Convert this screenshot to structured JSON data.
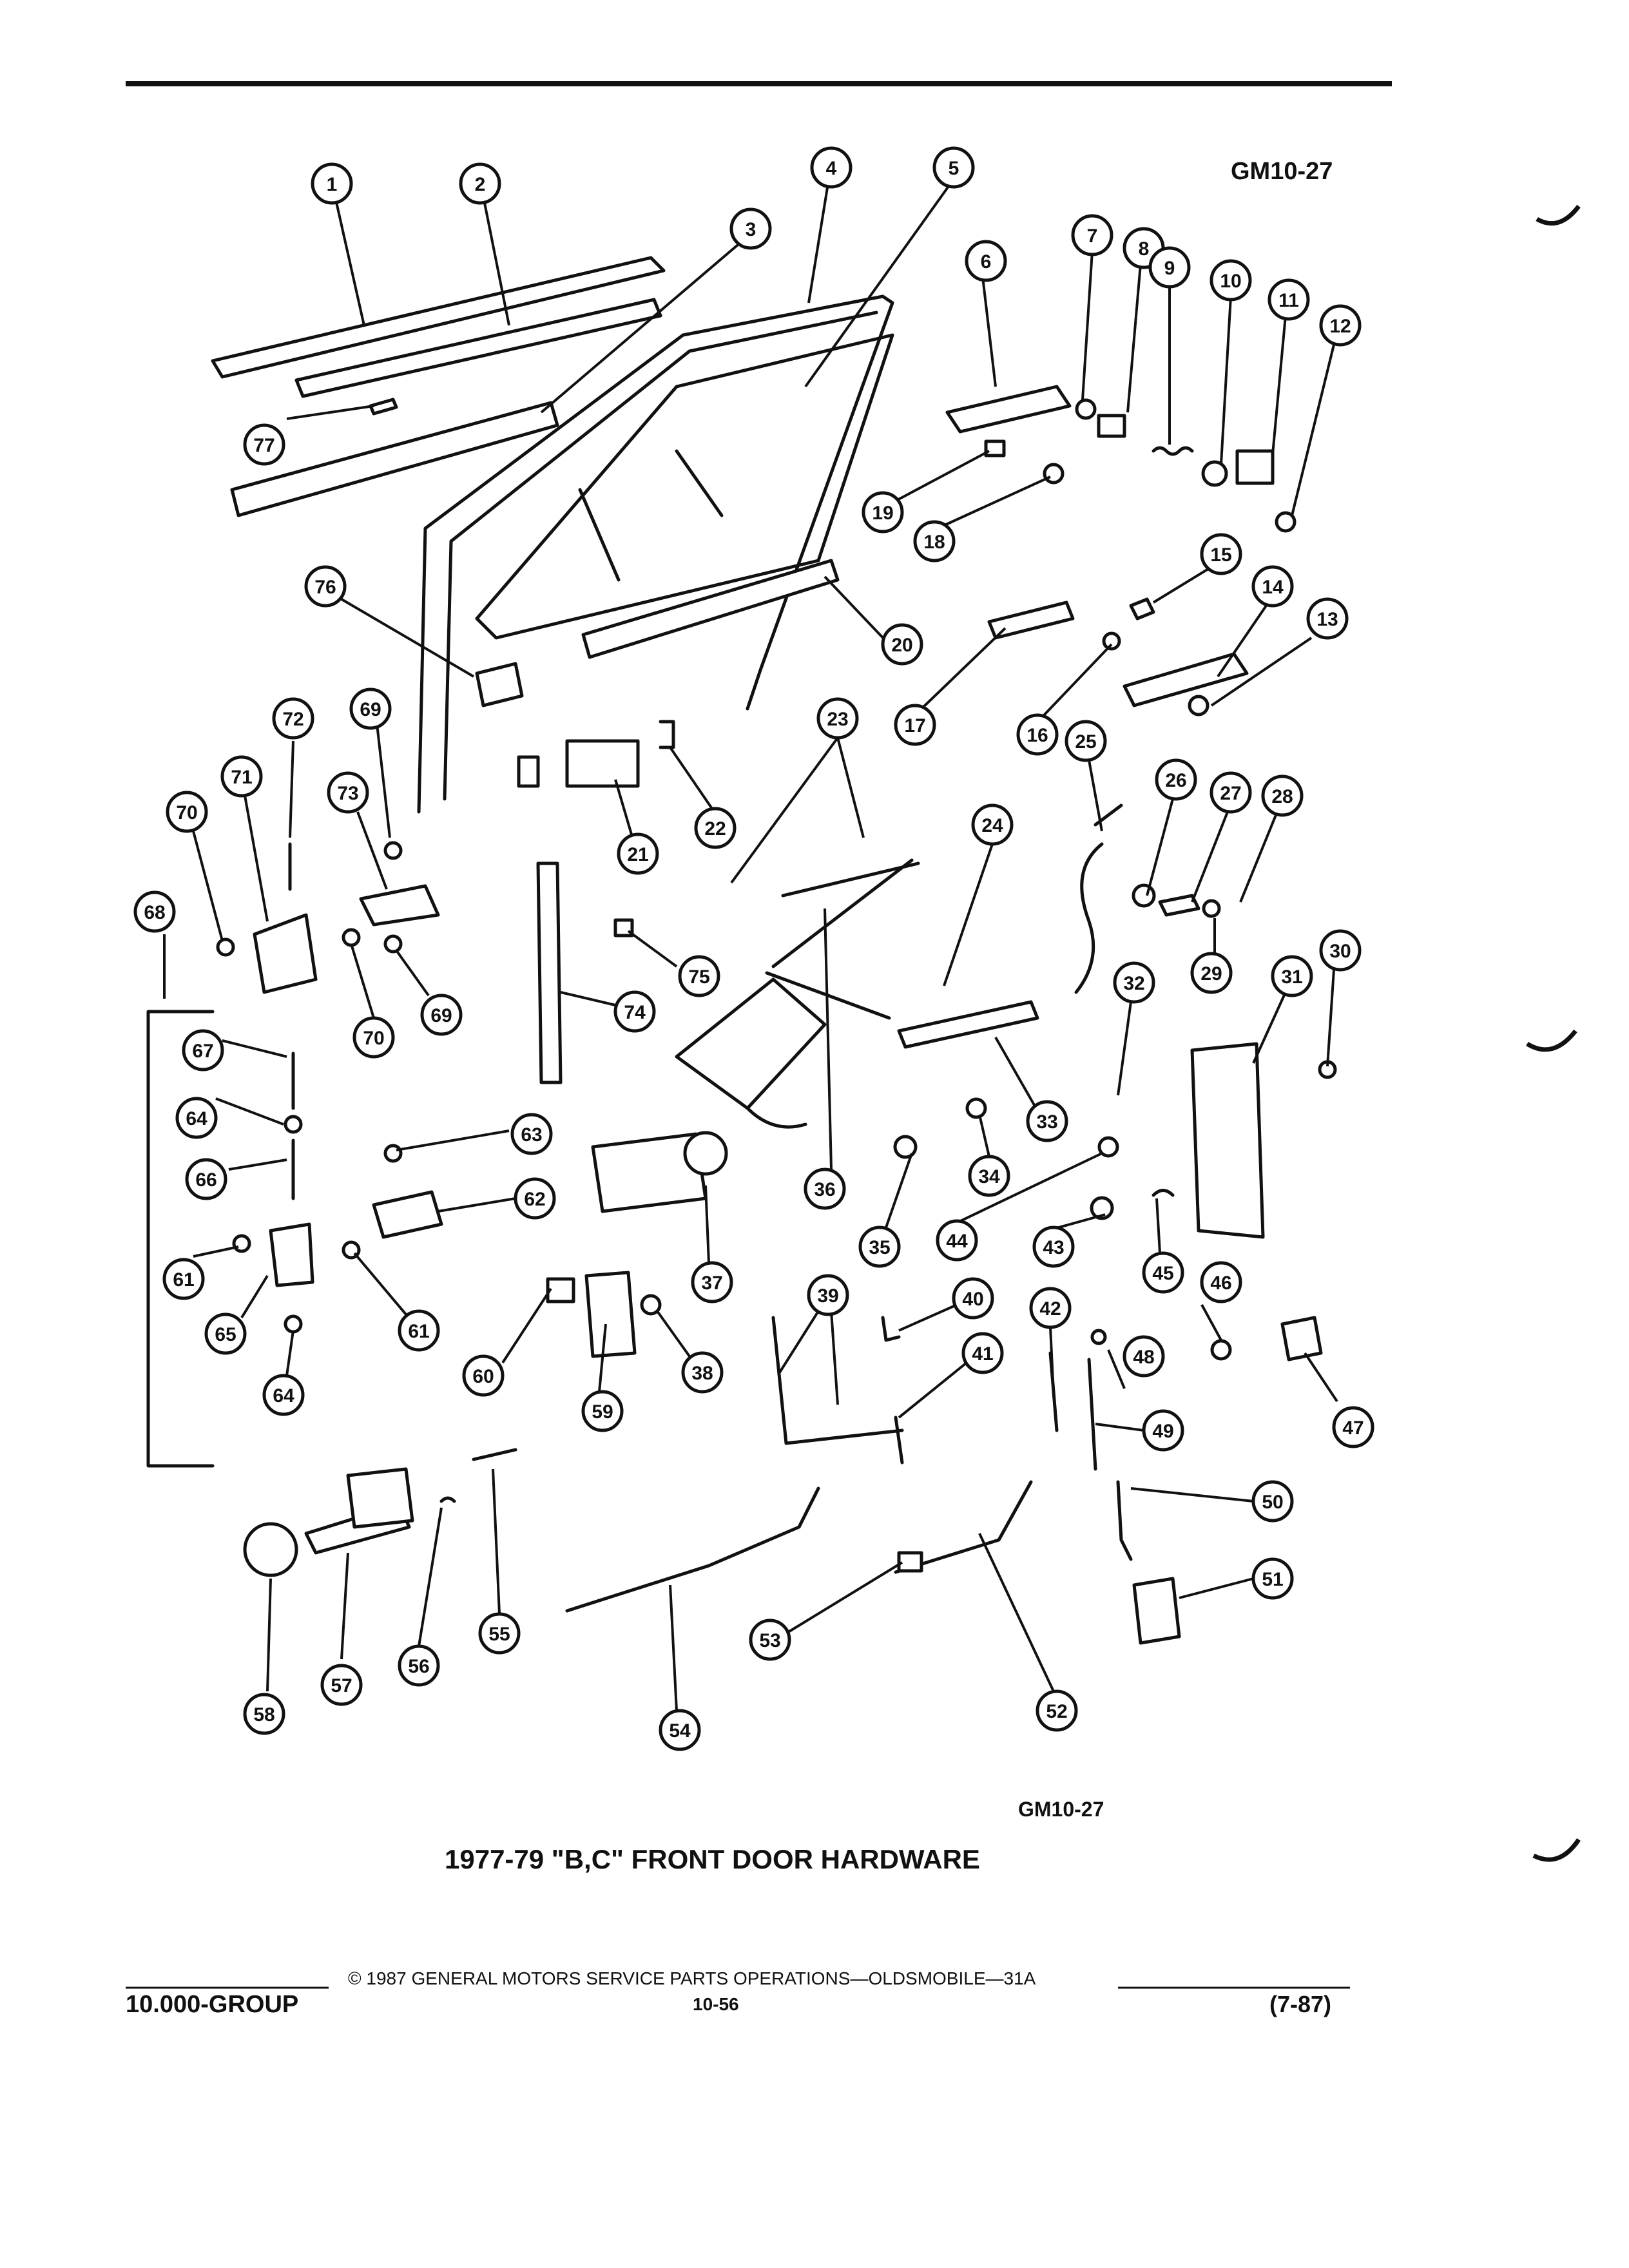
{
  "figure_code_top": "GM10-27",
  "figure_code_bottom": "GM10-27",
  "figure_title": "1977-79 \"B,C\" FRONT DOOR HARDWARE",
  "footer": {
    "copyright": "© 1987 GENERAL MOTORS SERVICE PARTS OPERATIONS—OLDSMOBILE—31A",
    "group": "10.000-GROUP",
    "page": "10-56",
    "revision": "(7-87)"
  },
  "callouts": [
    "1",
    "2",
    "3",
    "4",
    "5",
    "6",
    "7",
    "8",
    "9",
    "10",
    "11",
    "12",
    "13",
    "14",
    "15",
    "16",
    "17",
    "18",
    "19",
    "20",
    "21",
    "22",
    "23",
    "24",
    "25",
    "26",
    "27",
    "28",
    "29",
    "30",
    "31",
    "32",
    "33",
    "34",
    "35",
    "36",
    "37",
    "38",
    "39",
    "40",
    "41",
    "42",
    "43",
    "44",
    "45",
    "46",
    "47",
    "48",
    "49",
    "50",
    "51",
    "52",
    "53",
    "54",
    "55",
    "56",
    "57",
    "58",
    "59",
    "60",
    "61",
    "61",
    "62",
    "63",
    "64",
    "64",
    "65",
    "66",
    "67",
    "68",
    "69",
    "69",
    "70",
    "70",
    "71",
    "72",
    "73",
    "74",
    "75",
    "76",
    "77"
  ]
}
